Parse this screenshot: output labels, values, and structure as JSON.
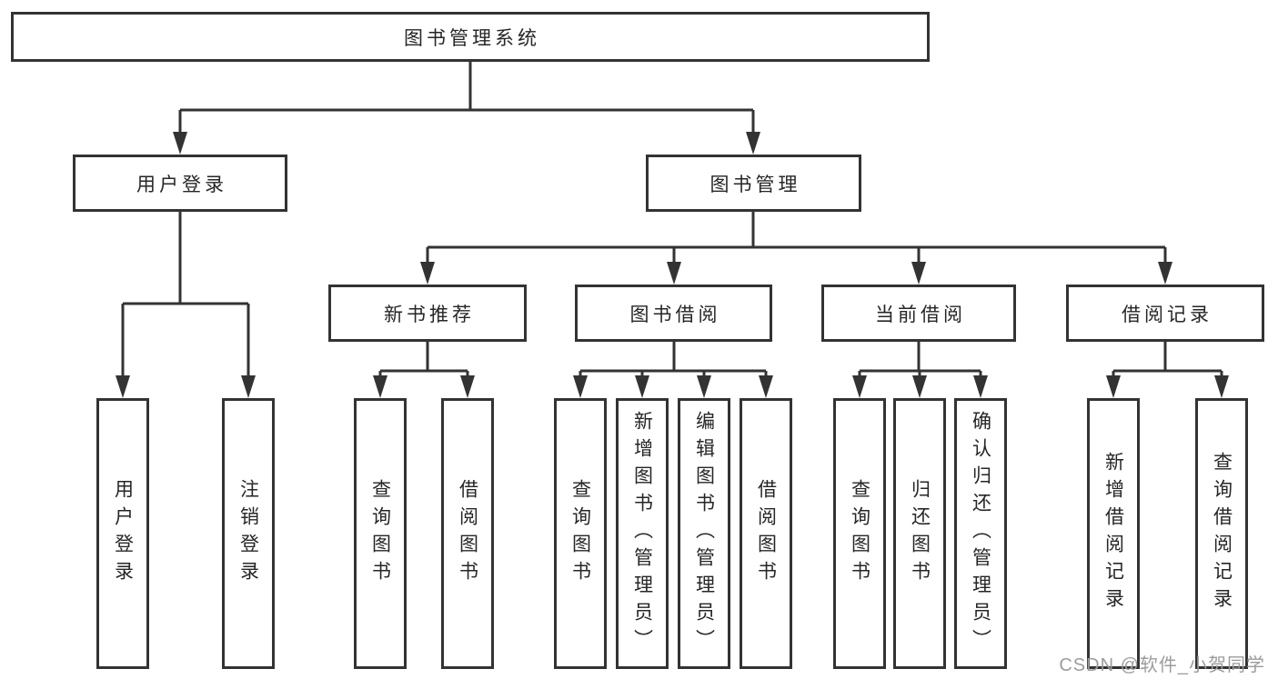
{
  "diagram": {
    "title": "图书管理系统",
    "colors": {
      "line": "#333333",
      "border": "#333333",
      "box_fill": "#ffffff",
      "text": "#262626",
      "watermark": "#9c9c9c"
    },
    "root": {
      "label": "图书管理系统"
    },
    "level2": [
      {
        "label": "用户登录"
      },
      {
        "label": "图书管理"
      }
    ],
    "level3": [
      {
        "label": "新书推荐"
      },
      {
        "label": "图书借阅"
      },
      {
        "label": "当前借阅"
      },
      {
        "label": "借阅记录"
      }
    ],
    "leaves": [
      {
        "label": "用户登录"
      },
      {
        "label": "注销登录"
      },
      {
        "label": "查询图书"
      },
      {
        "label": "借阅图书"
      },
      {
        "label": "查询图书"
      },
      {
        "label": "新增图书（管理员）"
      },
      {
        "label": "编辑图书（管理员）"
      },
      {
        "label": "借阅图书"
      },
      {
        "label": "查询图书"
      },
      {
        "label": "归还图书"
      },
      {
        "label": "确认归还（管理员）"
      },
      {
        "label": "新增借阅记录"
      },
      {
        "label": "查询借阅记录"
      }
    ],
    "watermark": "CSDN @软件_小贺同学"
  }
}
